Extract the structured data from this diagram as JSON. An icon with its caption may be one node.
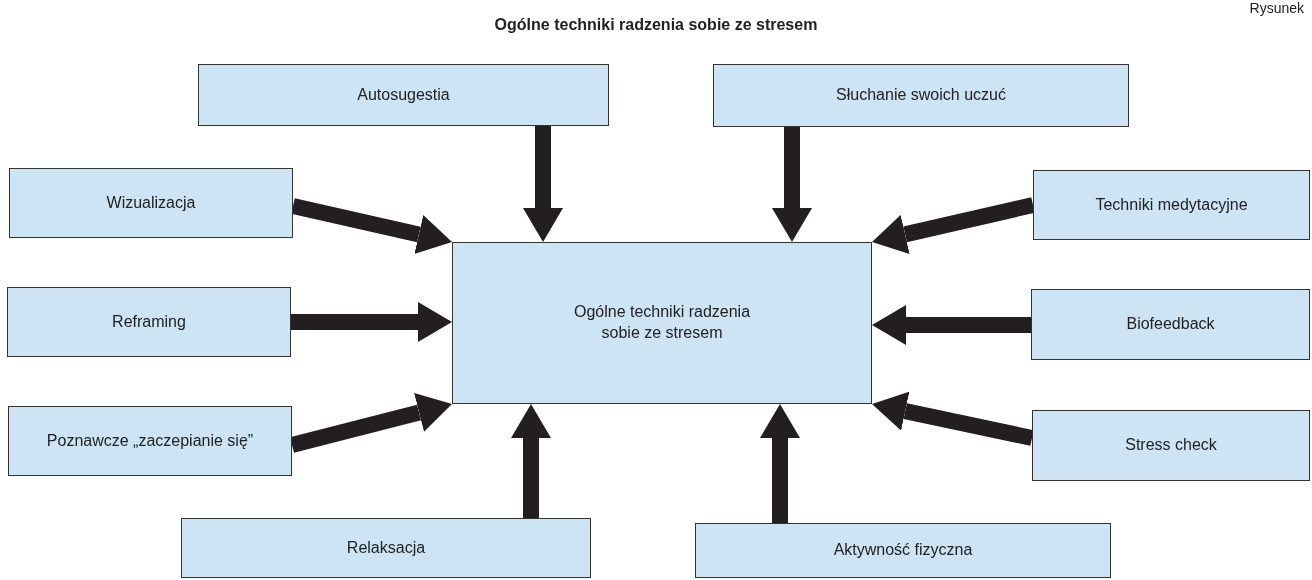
{
  "diagram": {
    "title": "Ogólne techniki radzenia sobie ze stresem",
    "nodes": [
      {
        "text": [
          "Autosugestia"
        ]
      },
      {
        "text": [
          "Słuchanie swoich uczuć"
        ]
      },
      {
        "text": [
          "Wizualizacja"
        ]
      },
      {
        "text": [
          "Techniki medytacyjne"
        ]
      },
      {
        "text": [
          "Reframing"
        ]
      },
      {
        "text": [
          "Ogólne techniki radzenia sobie ze stresem"
        ]
      },
      {
        "text": [
          "Biofeedback"
        ]
      },
      {
        "text": [
          "Poznawcze „zaczepianie się”"
        ]
      },
      {
        "text": [
          "Stress check"
        ]
      },
      {
        "text": [
          "Relaksacja"
        ]
      },
      {
        "text": [
          "Aktywność fizyczna"
        ]
      }
    ],
    "edges": [
      {
        "from": 0,
        "to": 5,
        "arrow": "to"
      },
      {
        "from": 1,
        "to": 5,
        "arrow": "to"
      },
      {
        "from": 2,
        "to": 5,
        "arrow": "to"
      },
      {
        "from": 3,
        "to": 5,
        "arrow": "to"
      },
      {
        "from": 4,
        "to": 5,
        "arrow": "to"
      },
      {
        "from": 6,
        "to": 5,
        "arrow": "to"
      },
      {
        "from": 7,
        "to": 5,
        "arrow": "to"
      },
      {
        "from": 8,
        "to": 5,
        "arrow": "to"
      },
      {
        "from": 9,
        "to": 5,
        "arrow": "to"
      },
      {
        "from": 10,
        "to": 5,
        "arrow": "to"
      }
    ],
    "labels": [
      "Rysunek"
    ]
  }
}
